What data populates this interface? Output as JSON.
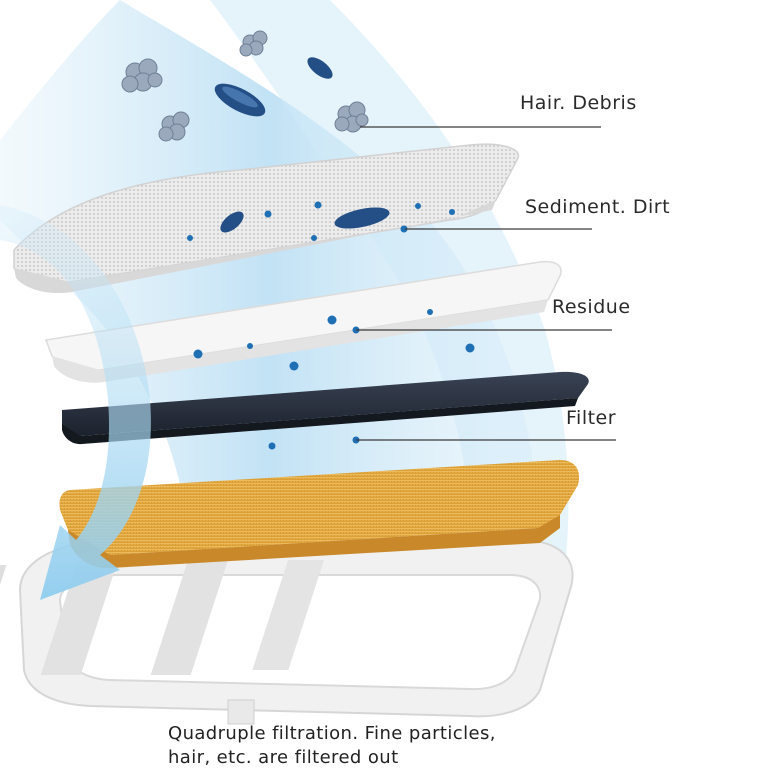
{
  "labels": {
    "layer1": "Hair. Debris",
    "layer2": "Sediment. Dirt",
    "layer3": "Residue",
    "layer4": "Filter"
  },
  "caption": {
    "line1": "Quadruple filtration. Fine particles,",
    "line2": "hair, etc. are filtered out"
  },
  "colors": {
    "flow": "#bfe2f5",
    "arrow": "#9fd4f0",
    "mesh": "#e8e8e8",
    "cotton": "#f4f4f4",
    "carbon": "#2e3644",
    "sponge": "#e9b248",
    "tray": "#eeeeee",
    "particle": "#1f6fb5"
  },
  "icons": [
    "bacteria-icon",
    "dust-cluster-icon"
  ]
}
